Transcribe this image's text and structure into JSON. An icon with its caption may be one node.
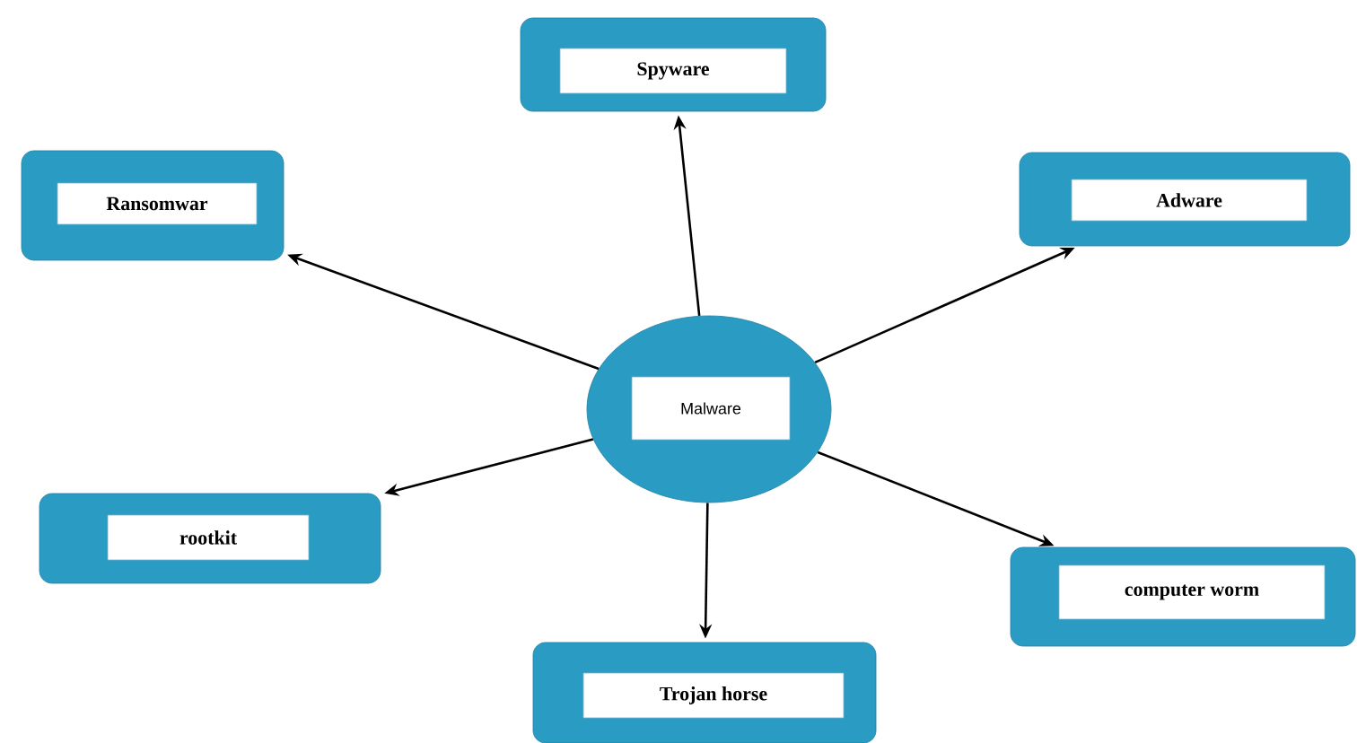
{
  "diagram": {
    "nodes": [
      {
        "text": [
          "Spyware"
        ]
      },
      {
        "text": [
          "Ransomwar"
        ]
      },
      {
        "text": [
          "Adware"
        ]
      },
      {
        "text": [
          "Malware"
        ]
      },
      {
        "text": [
          "rootkit"
        ]
      },
      {
        "text": [
          "computer worm"
        ]
      },
      {
        "text": [
          "Trojan horse"
        ]
      }
    ],
    "edges": [
      {
        "from": 3,
        "to": 0,
        "arrow": "to"
      },
      {
        "from": 3,
        "to": 1,
        "arrow": "to"
      },
      {
        "from": 3,
        "to": 2,
        "arrow": "to"
      },
      {
        "from": 3,
        "to": 4,
        "arrow": "to"
      },
      {
        "from": 3,
        "to": 5,
        "arrow": "to"
      },
      {
        "from": 3,
        "to": 6,
        "arrow": "to"
      }
    ]
  }
}
